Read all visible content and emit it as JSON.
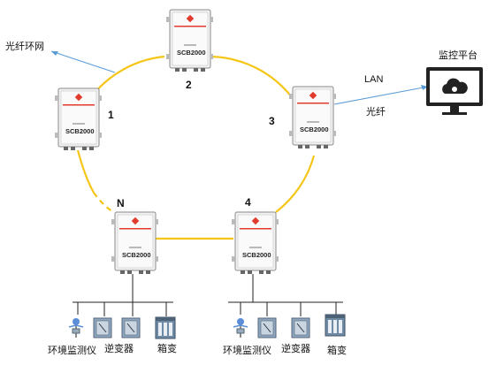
{
  "network": {
    "fiber_ring_label": "光纤环网",
    "lan_label": "LAN",
    "fiber_label": "光纤"
  },
  "platform": {
    "label": "监控平台",
    "icon": "cloud-gear-monitor-icon"
  },
  "nodes": [
    {
      "id": "node-1",
      "number": "1",
      "model": "SCB2000"
    },
    {
      "id": "node-2",
      "number": "2",
      "model": "SCB2000"
    },
    {
      "id": "node-3",
      "number": "3",
      "model": "SCB2000"
    },
    {
      "id": "node-4",
      "number": "4",
      "model": "SCB2000"
    },
    {
      "id": "node-n",
      "number": "N",
      "model": "SCB2000"
    }
  ],
  "devices": {
    "env_monitor": "环境监测仪",
    "inverter": "逆变器",
    "transformer": "箱变"
  },
  "colors": {
    "ring": "#f5c518",
    "uplink": "#5b9bd5",
    "box_red": "#e23b2e"
  }
}
